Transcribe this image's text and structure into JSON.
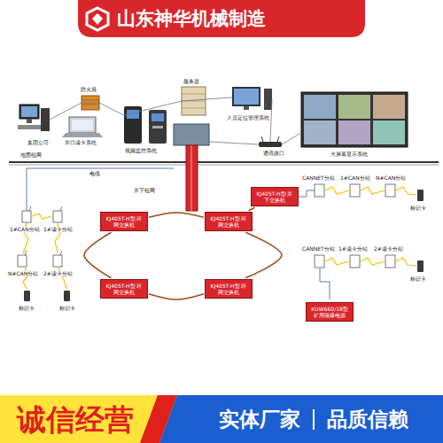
{
  "diagram": {
    "nodes": [
      {
        "text": [
          "山东神华机械制造"
        ]
      },
      {
        "text": [
          "KJ405T-H型 环网交换机"
        ]
      },
      {
        "text": [
          "KJ405T-H型 环网交换机"
        ]
      },
      {
        "text": [
          "KJ405T-H型 环网交换机"
        ]
      },
      {
        "text": [
          "KJ405T-H型 环网交换机"
        ]
      },
      {
        "text": [
          "KJ405T-H型 井下交换机"
        ]
      },
      {
        "text": [
          "KDW660/18型 矿用隔爆电源"
        ]
      },
      {
        "text": [
          "诚信经营"
        ]
      },
      {
        "text": [
          "实体厂家",
          "品质信赖"
        ]
      }
    ],
    "edges": [
      {
        "from": 1,
        "to": 2,
        "arrow": "none"
      },
      {
        "from": 2,
        "to": 4,
        "arrow": "none"
      },
      {
        "from": 4,
        "to": 3,
        "arrow": "none"
      },
      {
        "from": 3,
        "to": 1,
        "arrow": "none"
      },
      {
        "from": 2,
        "to": 5,
        "arrow": "none"
      }
    ],
    "labels": [
      "集团公司",
      "防火墙",
      "井口读卡系统",
      "视频监控系统",
      "服务器",
      "人员定位管理系统",
      "大屏幕显示系统",
      "通讯接口",
      "地面组网",
      "井下组网",
      "电缆",
      "CANNET分站",
      "1#CAN分站",
      "N#CAN分站",
      "标识卡",
      "CANNET分站",
      "1#读卡分站",
      "2#读卡分站",
      "标识卡",
      "1#CAN分站",
      "1#读卡分站",
      "N#CAN分站",
      "2#读卡分站",
      "标识卡",
      "标识卡"
    ]
  }
}
